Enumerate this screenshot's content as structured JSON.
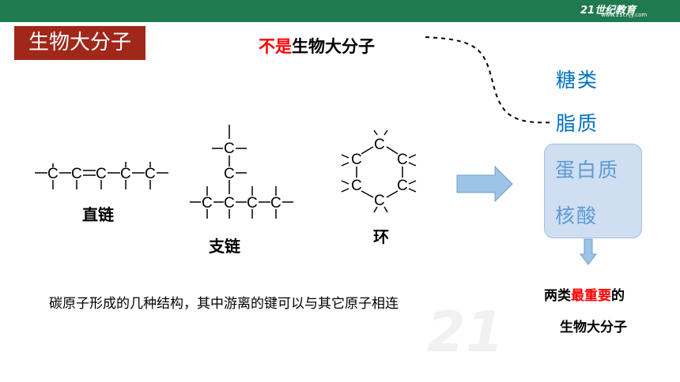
{
  "header": {
    "logo": "21世纪教育",
    "logo_sub": "www.21cnjy.com"
  },
  "title": "生物大分子",
  "not_macro": {
    "red_part": "不是",
    "black_part": "生物大分子"
  },
  "non_macro_items": [
    "糖类",
    "脂质"
  ],
  "macro_items": [
    "蛋白质",
    "核酸"
  ],
  "structures": {
    "straight_chain": {
      "label": "直链",
      "formula": "–C–C=C–C–C–"
    },
    "branched_chain": {
      "label": "支链",
      "formula": "–C–C–C–C–"
    },
    "ring": {
      "label": "环",
      "atom": "C"
    }
  },
  "caption": "碳原子形成的几种结构，其中游离的键可以与其它原子相连",
  "conclusion": {
    "prefix": "两类",
    "emphasis": "最重要",
    "suffix": "的",
    "line2": "生物大分子"
  },
  "watermark": "21",
  "colors": {
    "topbar": "#1f7a4f",
    "title_bg": "#a0281b",
    "blue_text": "#0070c0",
    "box_fill": "#cfdef0",
    "box_text": "#5b9bd5",
    "arrow_fill": "#9dc3e6",
    "red": "#ff0000"
  }
}
